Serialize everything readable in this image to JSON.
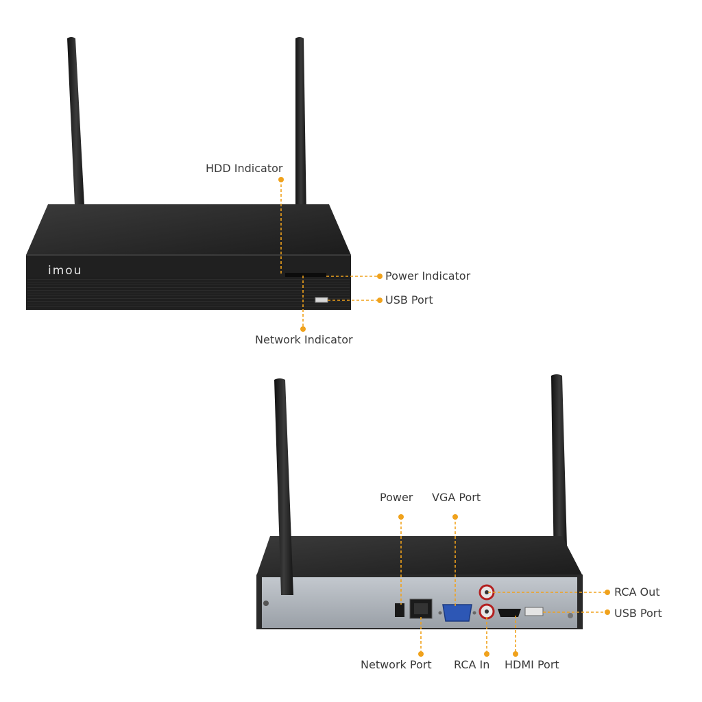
{
  "colors": {
    "accent": "#f0a21c",
    "device_body": "#232323",
    "back_panel": "#aeb4bb",
    "text": "#3a3a3a"
  },
  "front_view": {
    "brand_logo": "imou",
    "labels": {
      "hdd_indicator": "HDD Indicator",
      "power_indicator": "Power Indicator",
      "usb_port": "USB Port",
      "network_indicator": "Network Indicator"
    }
  },
  "rear_view": {
    "labels": {
      "power": "Power",
      "vga_port": "VGA Port",
      "rca_out": "RCA Out",
      "usb_port": "USB Port",
      "network_port": "Network Port",
      "rca_in": "RCA In",
      "hdmi_port": "HDMI Port"
    }
  }
}
